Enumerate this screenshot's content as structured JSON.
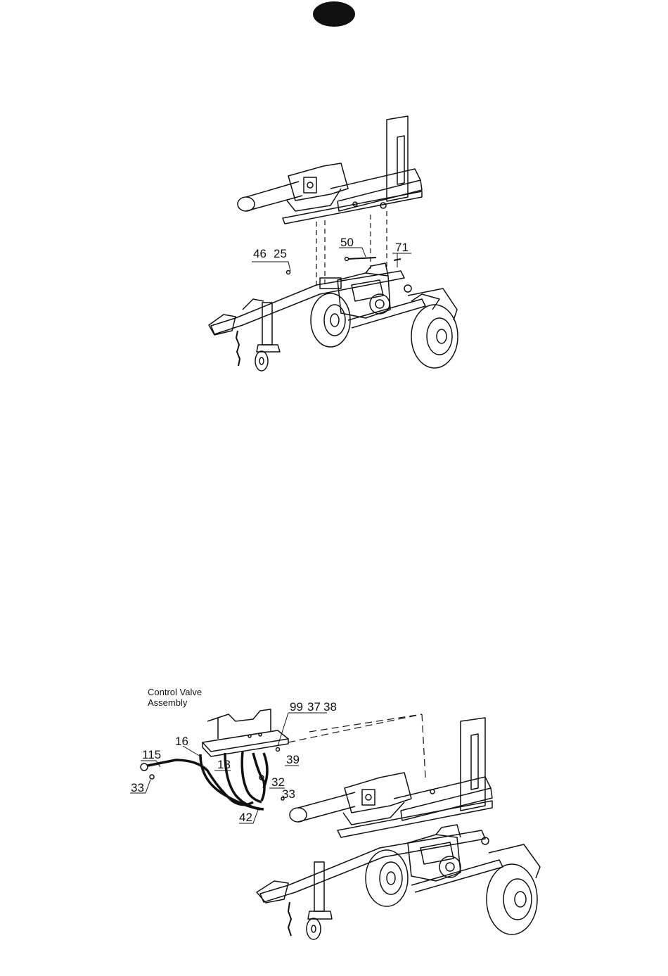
{
  "header": {
    "tab_shape": "black-oval-tab"
  },
  "figure1": {
    "callouts": {
      "c46": "46",
      "c25": "25",
      "c50": "50",
      "c71": "71"
    }
  },
  "figure2": {
    "title_line1": "Control Valve",
    "title_line2": "Assembly",
    "callouts": {
      "c99": "99",
      "c37": "37",
      "c38": "38",
      "c16": "16",
      "c115": "115",
      "c13": "13",
      "c39": "39",
      "c32": "32",
      "c33a": "33",
      "c33b": "33",
      "c42": "42"
    }
  }
}
